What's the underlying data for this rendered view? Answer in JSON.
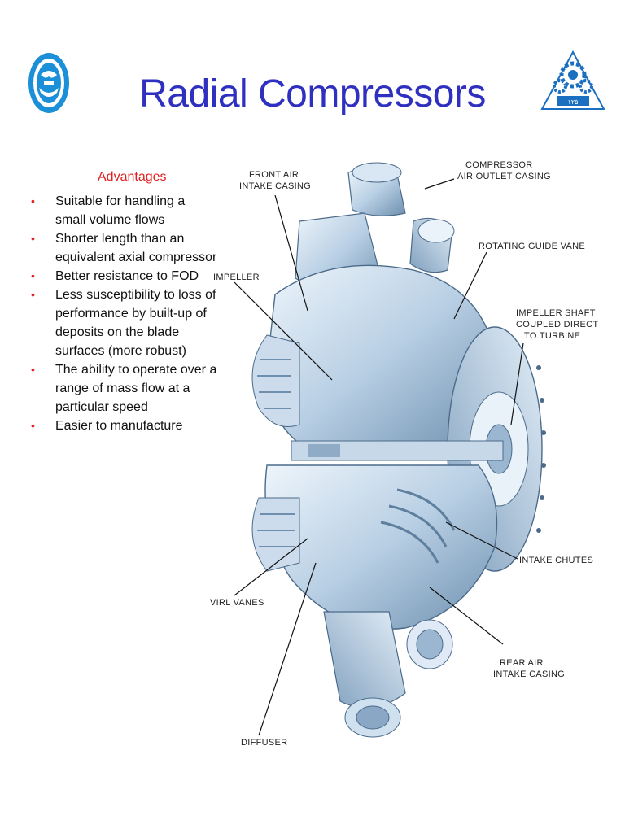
{
  "slide": {
    "title": "Radial Compressors",
    "advantages_heading": "Advantages",
    "advantages": [
      "Suitable for handling a small volume flows",
      "Shorter length than an equivalent axial  compressor",
      "Better resistance to FOD",
      "Less susceptibility to loss of performance by built-up of deposits on the blade surfaces (more robust)",
      "The ability to operate over a range of mass flow at a particular speed",
      "Easier to manufacture"
    ],
    "bullet_glyph": "•"
  },
  "diagram_labels": {
    "front_air_1": "FRONT AIR",
    "front_air_2": "INTAKE CASING",
    "compressor_1": "COMPRESSOR",
    "compressor_2": "AIR OUTLET CASING",
    "rotating_guide_vane": "ROTATING GUIDE VANE",
    "impeller": "IMPELLER",
    "impeller_shaft_1": "IMPELLER SHAFT",
    "impeller_shaft_2": "COUPLED DIRECT",
    "impeller_shaft_3": "TO TURBINE",
    "intake_chutes": "INTAKE CHUTES",
    "swirl_vanes": "VIRL VANES",
    "rear_air_1": "REAR AIR",
    "rear_air_2": "INTAKE CASING",
    "diffuser": "DIFFUSER"
  },
  "logo_right_text": "۱۲۵",
  "colors": {
    "title": "#2f2fc0",
    "heading": "#e02020",
    "bullet": "#e02020",
    "text": "#111111",
    "metal_light": "#dbe8f5",
    "metal_mid": "#a9c3dc",
    "metal_dark": "#5f7f9e",
    "logo_blue": "#1b6fc0"
  }
}
